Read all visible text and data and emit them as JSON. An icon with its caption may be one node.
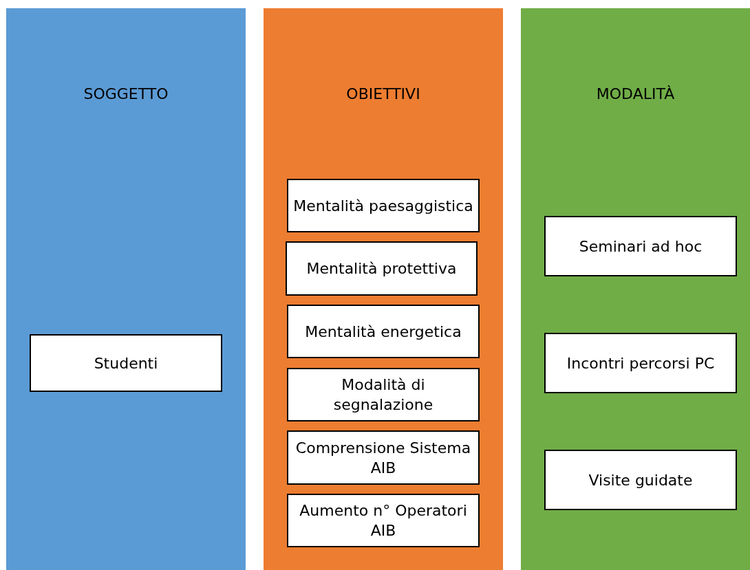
{
  "diagram": {
    "nodes": [
      {
        "text": [
          "SOGGETTO"
        ]
      },
      {
        "text": [
          "Studenti"
        ],
        "in": 0
      },
      {
        "text": [
          "OBIETTIVI"
        ]
      },
      {
        "text": [
          "Mentalità paesaggistica"
        ],
        "in": 2
      },
      {
        "text": [
          "Mentalità protettiva"
        ],
        "in": 2
      },
      {
        "text": [
          "Mentalità energetica"
        ],
        "in": 2
      },
      {
        "text": [
          "Modalità di segnalazione"
        ],
        "in": 2
      },
      {
        "text": [
          "Comprensione Sistema AIB"
        ],
        "in": 2
      },
      {
        "text": [
          "Aumento n° Operatori AIB"
        ],
        "in": 2
      },
      {
        "text": [
          "MODALITÀ"
        ]
      },
      {
        "text": [
          "Seminari ad hoc"
        ],
        "in": 9
      },
      {
        "text": [
          "Incontri percorsi PC"
        ],
        "in": 9
      },
      {
        "text": [
          "Visite guidate"
        ],
        "in": 9
      }
    ]
  }
}
